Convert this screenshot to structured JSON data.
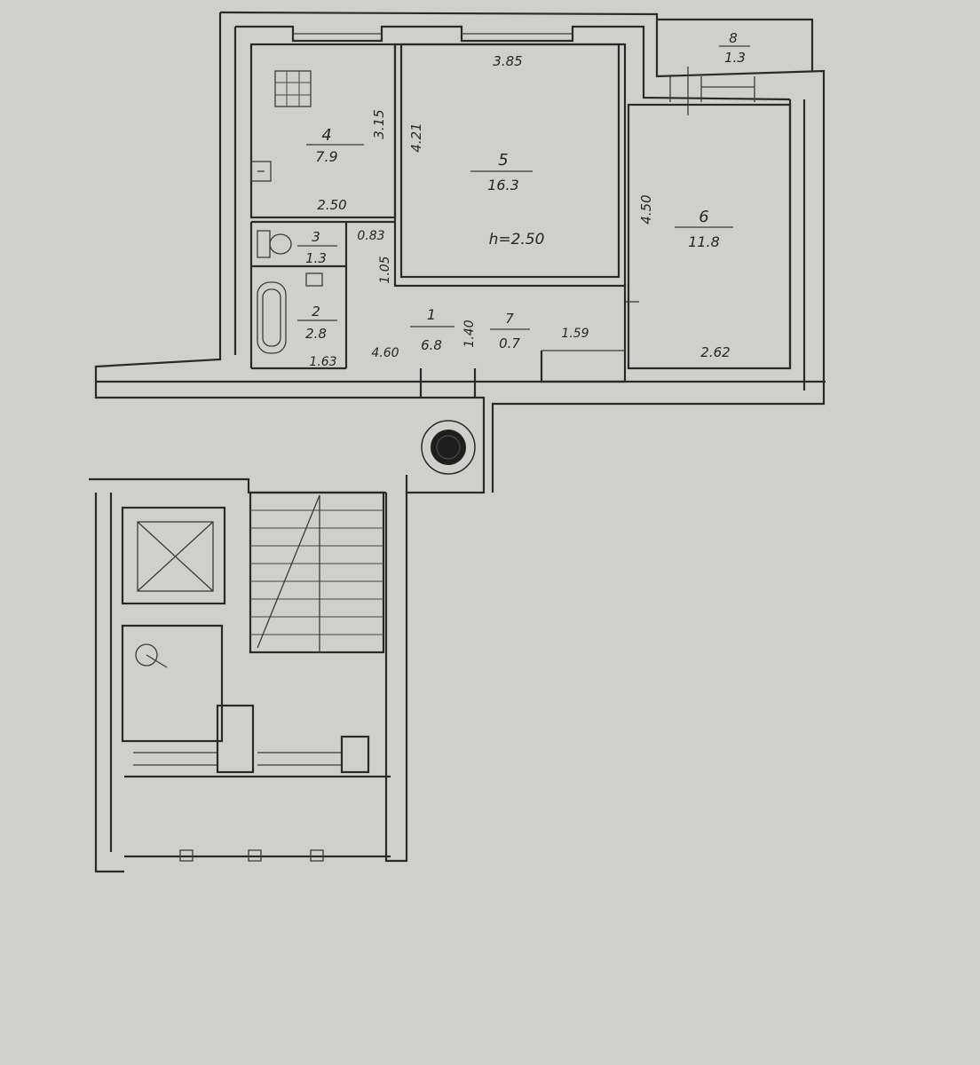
{
  "plan": {
    "colors": {
      "paper": "#cfd0cc",
      "ink": "#262626",
      "frame": "#000000"
    },
    "rooms": [
      {
        "id": "room-4",
        "number": "4",
        "area": "7.9"
      },
      {
        "id": "room-5",
        "number": "5",
        "area": "16.3"
      },
      {
        "id": "room-6",
        "number": "6",
        "area": "11.8"
      },
      {
        "id": "room-3",
        "number": "3",
        "area": "1.3"
      },
      {
        "id": "room-2",
        "number": "2",
        "area": "2.8"
      },
      {
        "id": "room-1",
        "number": "1",
        "area": "6.8"
      },
      {
        "id": "room-7",
        "number": "7",
        "area": "0.7"
      },
      {
        "id": "room-8",
        "number": "8",
        "area": "1.3"
      }
    ],
    "dimensions": [
      "3.85",
      "3.15",
      "4.21",
      "2.50",
      "0.83",
      "1.05",
      "4.50",
      "1.40",
      "1.59",
      "2.62",
      "1.63",
      "4.60"
    ],
    "ceiling_height": "h=2.50",
    "icons": [
      "stove-icon",
      "toilet-icon",
      "bathtub-icon",
      "sink-icon",
      "elevator-shaft-icon",
      "elevator-machine-icon",
      "chimney-icon",
      "staircase-icon"
    ]
  }
}
